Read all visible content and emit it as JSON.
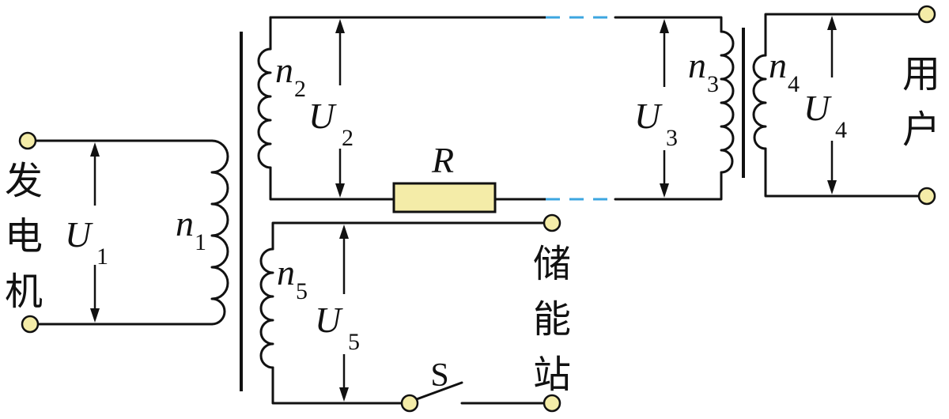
{
  "labels": {
    "n1": "n",
    "n1_sub": "1",
    "n2": "n",
    "n2_sub": "2",
    "n3": "n",
    "n3_sub": "3",
    "n4": "n",
    "n4_sub": "4",
    "n5": "n",
    "n5_sub": "5",
    "U1": "U",
    "U1_sub": "1",
    "U2": "U",
    "U2_sub": "2",
    "U3": "U",
    "U3_sub": "3",
    "U4": "U",
    "U4_sub": "4",
    "U5": "U",
    "U5_sub": "5",
    "R": "R",
    "S": "S"
  },
  "blocks": {
    "generator": [
      "发",
      "电",
      "机"
    ],
    "user": [
      "用",
      "户"
    ],
    "storage": [
      "储",
      "能",
      "站"
    ]
  },
  "colors": {
    "wire": "#111111",
    "terminal_fill": "#f4eca8",
    "resistor_fill": "#f4eca8",
    "dashed_line": "#3ca6e0"
  }
}
